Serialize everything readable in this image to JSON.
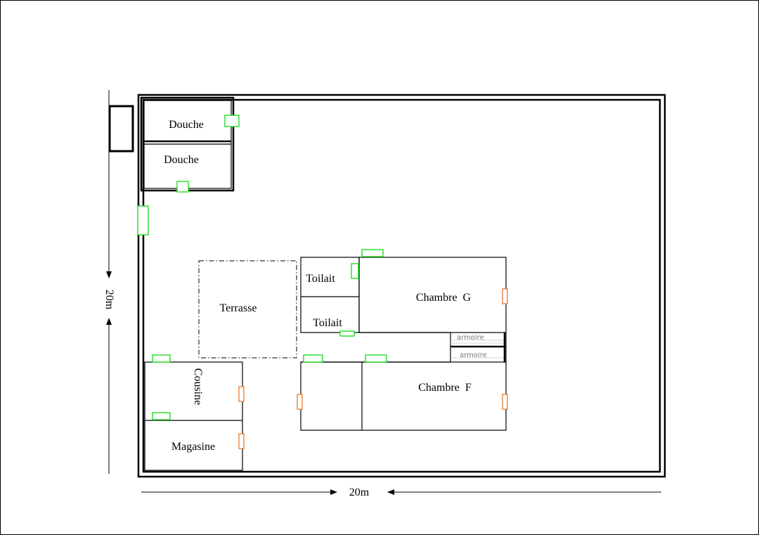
{
  "plan": {
    "dimension_width": "20m",
    "dimension_height": "20m",
    "rooms": {
      "douche_1": "Douche",
      "douche_2": "Douche",
      "terrasse": "Terrasse",
      "toilait_1": "Toilait",
      "toilait_2": "Toilait",
      "chambre_g": "Chambre  G",
      "chambre_f": "Chambre  F",
      "cousine": "Cousine",
      "magasine": "Magasine"
    },
    "armoire_1": "armoire",
    "armoire_2": "armoire"
  },
  "colors": {
    "wall": "#000000",
    "door": "#22dd22",
    "window": "#e8823a",
    "armoire_text": "#7a7a7a"
  }
}
